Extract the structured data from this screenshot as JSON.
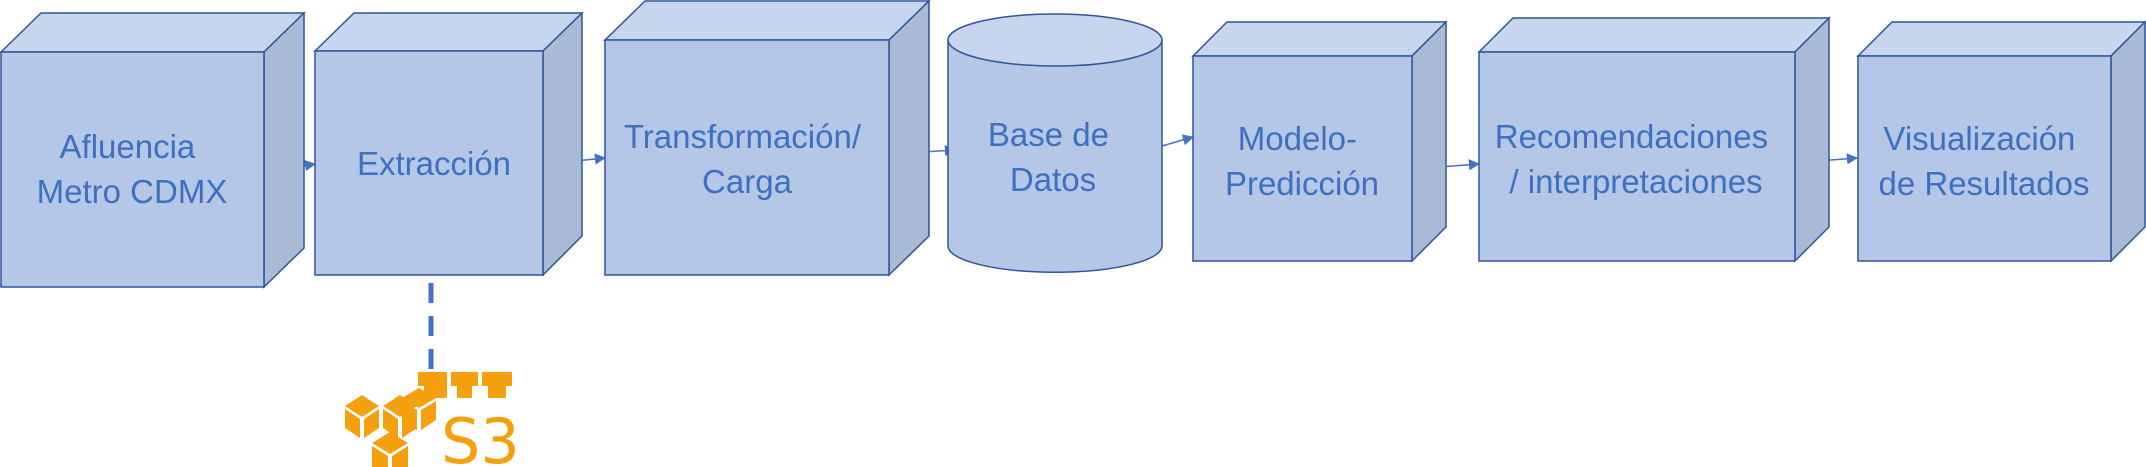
{
  "diagram": {
    "nodes": [
      {
        "id": "afluencia",
        "shape": "cube",
        "lines": [
          "Afluencia",
          "Metro CDMX"
        ]
      },
      {
        "id": "extraccion",
        "shape": "cube",
        "lines": [
          "Extracción"
        ]
      },
      {
        "id": "transformacion",
        "shape": "cube",
        "lines": [
          "Transformación/",
          "Carga"
        ]
      },
      {
        "id": "base-datos",
        "shape": "cylinder",
        "lines": [
          "Base de",
          "Datos"
        ]
      },
      {
        "id": "modelo",
        "shape": "cube",
        "lines": [
          "Modelo-",
          "Predicción"
        ]
      },
      {
        "id": "recomendaciones",
        "shape": "cube",
        "lines": [
          "Recomendaciones",
          "/ interpretaciones"
        ]
      },
      {
        "id": "visualizacion",
        "shape": "cube",
        "lines": [
          "Visualización",
          "de Resultados"
        ]
      }
    ],
    "edges": [
      {
        "from": "afluencia",
        "to": "extraccion"
      },
      {
        "from": "extraccion",
        "to": "transformacion"
      },
      {
        "from": "transformacion",
        "to": "base-datos"
      },
      {
        "from": "base-datos",
        "to": "modelo"
      },
      {
        "from": "modelo",
        "to": "recomendaciones"
      },
      {
        "from": "recomendaciones",
        "to": "visualizacion"
      }
    ],
    "storage": {
      "icon": "aws-s3-icon",
      "label": "S3",
      "linked_to": "extraccion",
      "connector_style": "dashed"
    },
    "colors": {
      "box_front": "#b4c7e7",
      "box_top": "#c7d5ee",
      "box_side": "#a9bad6",
      "border": "#2f5597",
      "text": "#3f6fbf",
      "arrow": "#4472c4",
      "s3": "#f5a00f"
    }
  }
}
